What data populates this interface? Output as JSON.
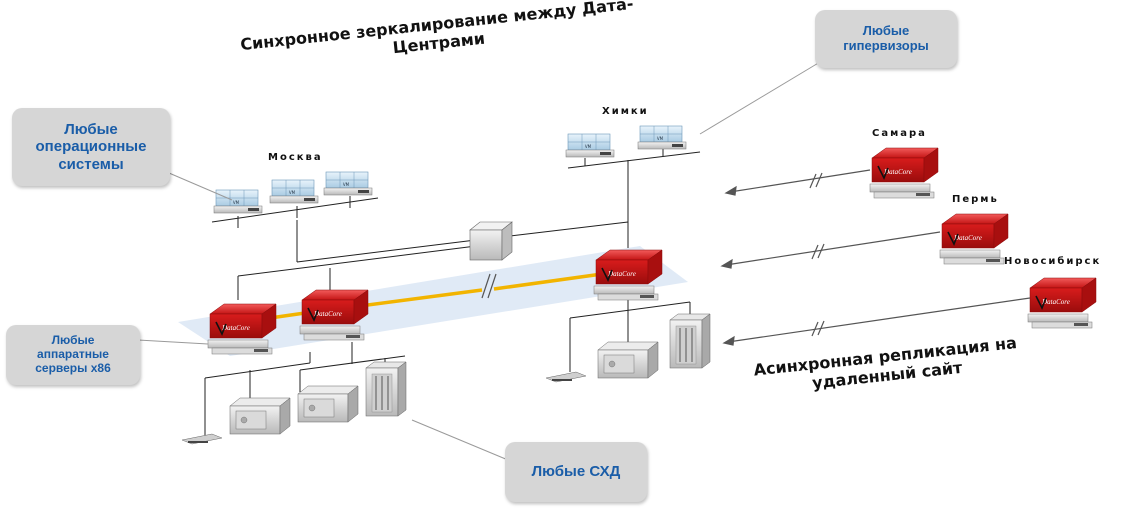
{
  "headings": {
    "sync": "Синхронное зеркалирование между Дата-\nЦентрами",
    "async": "Асинхронная репликация на\nудаленный сайт"
  },
  "callouts": {
    "os": "Любые\nоперационные\nсистемы",
    "hypervisors": "Любые\nгипервизоры",
    "hardware": "Любые\nаппаратные\nсерверы x86",
    "storage": "Любые СХД"
  },
  "sites": {
    "moscow": "Москва",
    "khimki": "Химки",
    "samara": "Самара",
    "perm": "Пермь",
    "novosibirsk": "Новосибирск"
  },
  "brand_label": "DataCore",
  "colors": {
    "callout_text": "#1a5da8",
    "callout_bg": "#d6d6d6",
    "node_red": "#d81c1c",
    "mirror_line": "#f2b400",
    "mirror_band": "#dde8f5"
  }
}
